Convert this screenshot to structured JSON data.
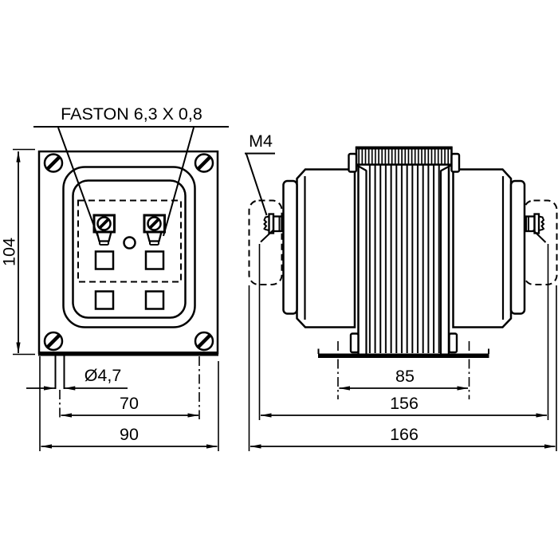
{
  "drawing": {
    "annotations": {
      "terminal_label": "FASTON 6,3 X 0,8",
      "stud_thread_label": "M4",
      "slot_width_label": "Ø4,7"
    },
    "front_view": {
      "height_mm": "104",
      "slot_center_spacing_mm": "70",
      "overall_width_mm": "90"
    },
    "side_view": {
      "foot_slot_spacing_mm": "85",
      "between_brackets_mm": "156",
      "overall_length_mm": "166"
    },
    "colors": {
      "ink": "#000000",
      "paper": "#ffffff"
    }
  }
}
